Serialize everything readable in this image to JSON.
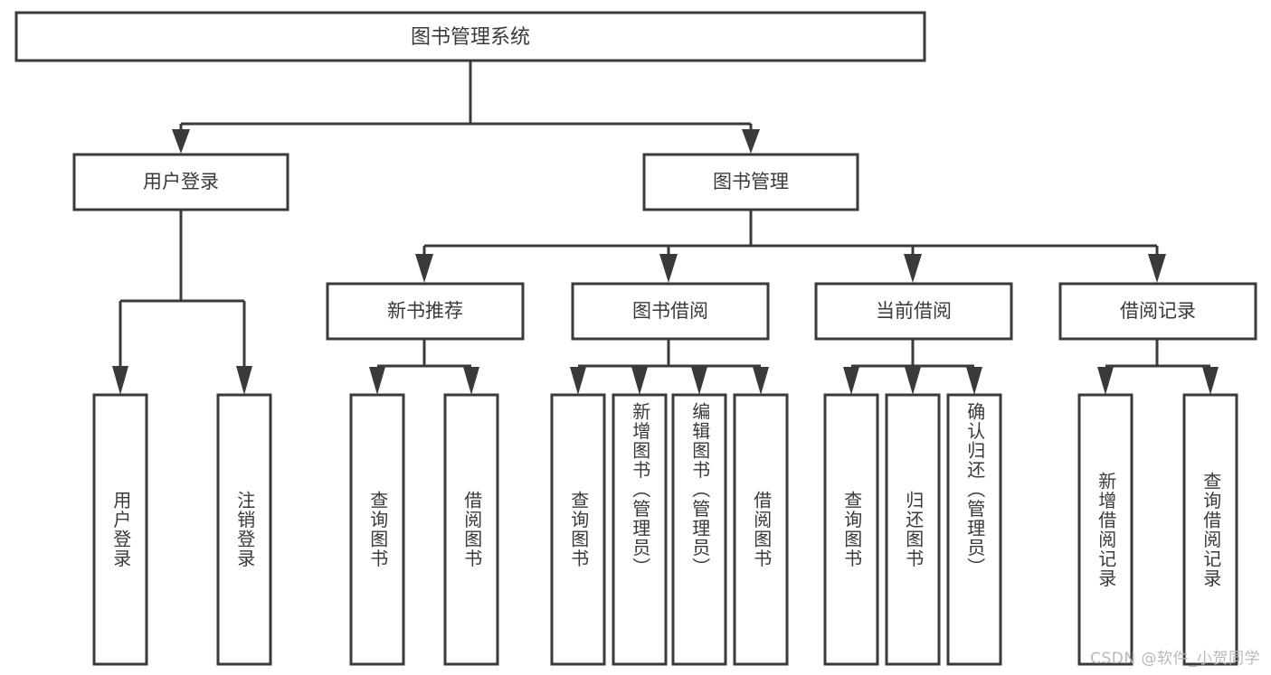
{
  "diagram": {
    "title": "图书管理系统",
    "type": "tree-hierarchy",
    "watermark": "CSDN @软件_小贺同学",
    "colors": {
      "stroke": "#3a3a3a",
      "fill": "#ffffff",
      "background": "#ffffff",
      "watermark": "#b9b9b9"
    },
    "root": {
      "label": "图书管理系统"
    },
    "level1": [
      {
        "label": "用户登录"
      },
      {
        "label": "图书管理"
      }
    ],
    "level2": [
      {
        "label": "新书推荐"
      },
      {
        "label": "图书借阅"
      },
      {
        "label": "当前借阅"
      },
      {
        "label": "借阅记录"
      }
    ],
    "leaves": {
      "user_login": [
        {
          "label": "用户登录"
        },
        {
          "label": "注销登录"
        }
      ],
      "new_book": [
        {
          "label": "查询图书"
        },
        {
          "label": "借阅图书"
        }
      ],
      "book_borrow": [
        {
          "label": "查询图书"
        },
        {
          "label": "新增图书（管理员）"
        },
        {
          "label": "编辑图书（管理员）"
        },
        {
          "label": "借阅图书"
        }
      ],
      "current_borrow": [
        {
          "label": "查询图书"
        },
        {
          "label": "归还图书"
        },
        {
          "label": "确认归还（管理员）"
        }
      ],
      "borrow_record": [
        {
          "label": "新增借阅记录"
        },
        {
          "label": "查询借阅记录"
        }
      ]
    }
  }
}
